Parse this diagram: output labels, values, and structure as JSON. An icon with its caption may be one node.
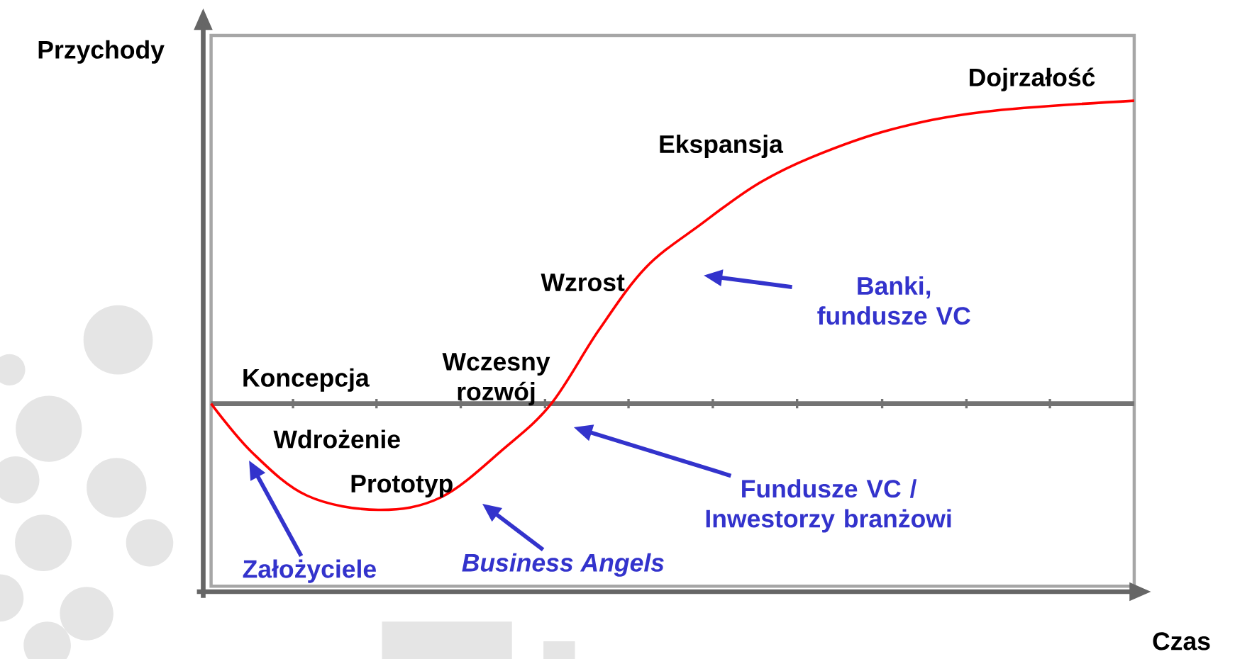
{
  "diagram": {
    "nodes": [
      {
        "text": [
          "Banki, fundusze VC"
        ]
      },
      {
        "text": [
          "Fundusze VC / Inwestorzy branżowi"
        ]
      },
      {
        "text": [
          "Business Angels"
        ]
      },
      {
        "text": [
          "Założyciele"
        ]
      }
    ],
    "edges": [
      {
        "from": 0,
        "to": null,
        "arrow": "to"
      },
      {
        "from": 1,
        "to": null,
        "arrow": "to"
      },
      {
        "from": 2,
        "to": null,
        "arrow": "to"
      },
      {
        "from": 3,
        "to": null,
        "arrow": "to"
      }
    ],
    "labels": [
      "Przychody",
      "Dojrzałość",
      "Ekspansja",
      "Wzrost",
      "Wczesny rozwój",
      "Koncepcja",
      "Wdrożenie",
      "Prototyp",
      "Czas"
    ]
  }
}
